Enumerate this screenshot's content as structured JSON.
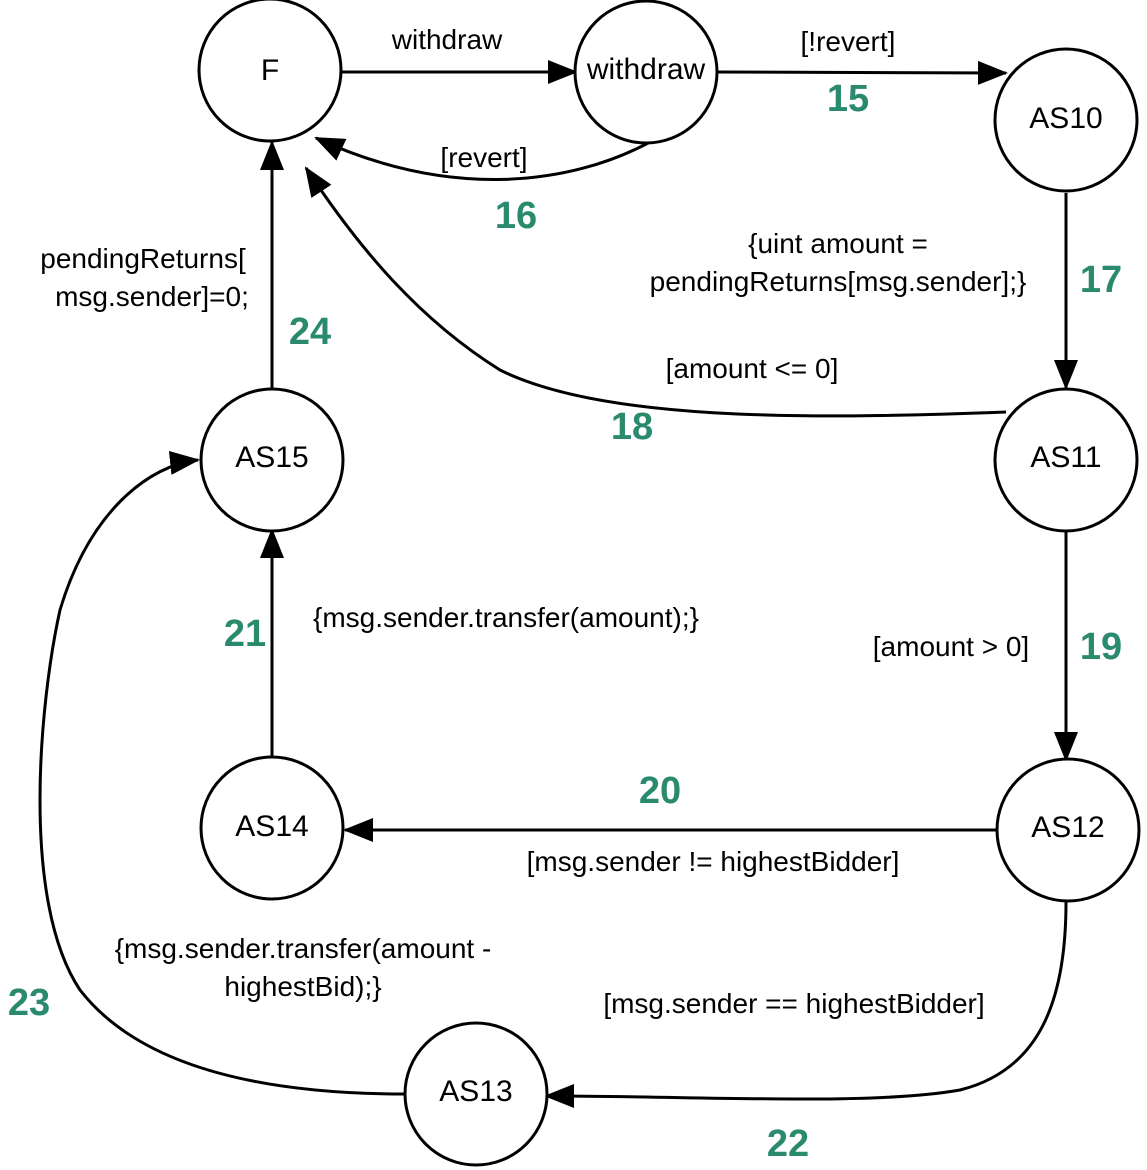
{
  "colors": {
    "stroke": "#000000",
    "node_fill": "#ffffff",
    "number": "#2a8a6e"
  },
  "nodes": {
    "F": "F",
    "withdraw": "withdraw",
    "AS10": "AS10",
    "AS11": "AS11",
    "AS12": "AS12",
    "AS13": "AS13",
    "AS14": "AS14",
    "AS15": "AS15"
  },
  "edges": {
    "e_withdraw": {
      "label": "withdraw"
    },
    "e15": {
      "number": "15",
      "label": "[!revert]"
    },
    "e16": {
      "number": "16",
      "label": "[revert]"
    },
    "e17": {
      "number": "17",
      "label_line1": "{uint amount =",
      "label_line2": "pendingReturns[msg.sender];}"
    },
    "e18": {
      "number": "18",
      "label": "[amount <= 0]"
    },
    "e19": {
      "number": "19",
      "label": "[amount > 0]"
    },
    "e20": {
      "number": "20",
      "label": "[msg.sender != highestBidder]"
    },
    "e21": {
      "number": "21",
      "label": "{msg.sender.transfer(amount);}"
    },
    "e22": {
      "number": "22",
      "label": "[msg.sender == highestBidder]"
    },
    "e23": {
      "number": "23",
      "label_line1": "{msg.sender.transfer(amount -",
      "label_line2": "highestBid);}"
    },
    "e24": {
      "number": "24",
      "label_line1": "pendingReturns[",
      "label_line2": "msg.sender]=0;"
    }
  }
}
